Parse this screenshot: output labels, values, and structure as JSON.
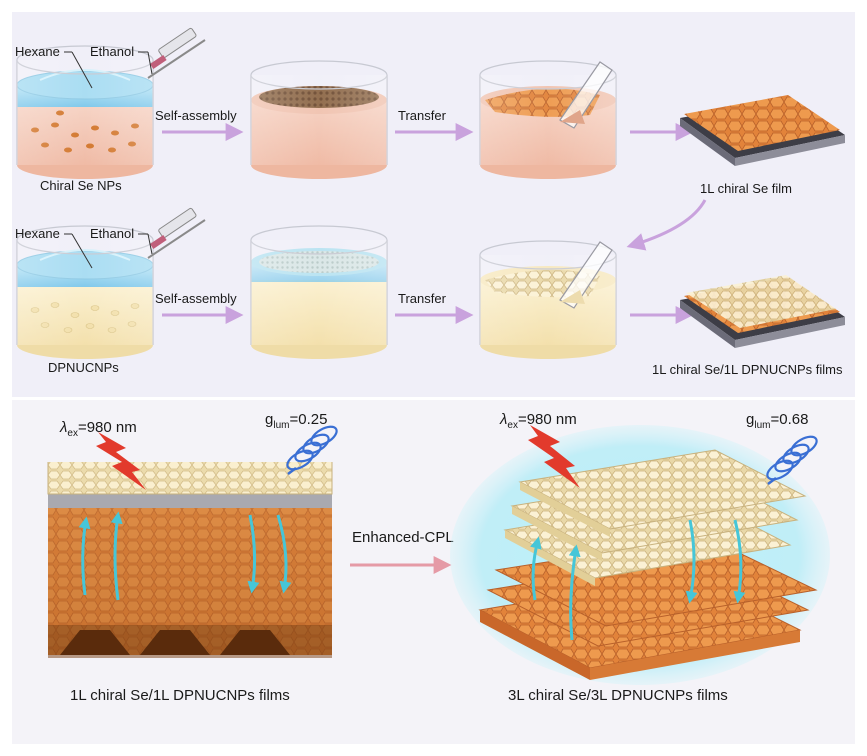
{
  "top_panel": {
    "row1": {
      "hexane_label": "Hexane",
      "ethanol_label": "Ethanol",
      "step1_label": "Self-assembly",
      "step2_label": "Transfer",
      "particles_label": "Chiral Se NPs",
      "product_label": "1L chiral Se film"
    },
    "row2": {
      "hexane_label": "Hexane",
      "ethanol_label": "Ethanol",
      "step1_label": "Self-assembly",
      "step2_label": "Transfer",
      "particles_label": "DPNUCNPs",
      "product_label": "1L chiral Se/1L DPNUCNPs films"
    }
  },
  "bottom_panel": {
    "left": {
      "lambda_symbol": "λ",
      "lambda_sub": "ex",
      "lambda_value": "=980 nm",
      "g_symbol": "g",
      "g_sub": "lum",
      "g_value": "=0.25",
      "caption": "1L chiral Se/1L DPNUCNPs films"
    },
    "middle_label": "Enhanced-CPL",
    "right": {
      "lambda_symbol": "λ",
      "lambda_sub": "ex",
      "lambda_value": "=980 nm",
      "g_symbol": "g",
      "g_sub": "lum",
      "g_value": "=0.68",
      "caption": "3L chiral Se/3L DPNUCNPs films"
    }
  },
  "colors": {
    "panel_bg": "#f0eff8",
    "arrow": "#c9a2dd",
    "orange": "#e98a3c",
    "cream": "#f7ebc9",
    "water": "#8fd1ee",
    "cyan_arrow": "#46c6d8",
    "bolt": "#e23a2c",
    "helix": "#3a6fd4"
  }
}
